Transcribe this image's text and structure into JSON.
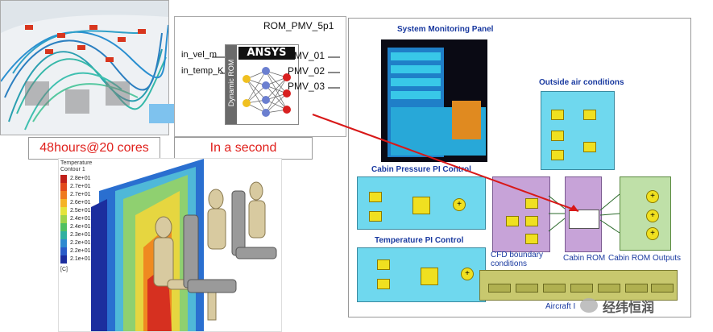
{
  "left_top": {
    "caption": "48hours@20 cores"
  },
  "rom_block": {
    "title": "ROM_PMV_5p1",
    "inputs": [
      "in_vel_m",
      "in_temp_K"
    ],
    "outputs": [
      "PMV_01",
      "PMV_02",
      "PMV_03"
    ],
    "side_label": "Dynamic ROM",
    "logo": "ANSYS",
    "caption": "In a second"
  },
  "legend": {
    "title": "Temperature",
    "subtitle": "Contour 1",
    "unit": "[C]",
    "ticks": [
      "2.8e+01",
      "2.7e+01",
      "2.7e+01",
      "2.6e+01",
      "2.5e+01",
      "2.4e+01",
      "2.4e+01",
      "2.3e+01",
      "2.2e+01",
      "2.2e+01",
      "2.1e+01"
    ],
    "colors": [
      "#c0201a",
      "#e24a1c",
      "#ef7a20",
      "#f5b325",
      "#e4e43a",
      "#9dd44a",
      "#50c060",
      "#2fb0a0",
      "#2f8ad0",
      "#2a5cc8",
      "#1c2e9e"
    ]
  },
  "system": {
    "monitor_title": "System Monitoring Panel",
    "outside_title": "Outside air conditions",
    "cabin_pressure_title": "Cabin Pressure PI Control",
    "temperature_title": "Temperature PI Control",
    "cfd_label": "CFD boundary\nconditions",
    "cabin_rom_label": "Cabin ROM",
    "cabin_rom_outputs_label": "Cabin ROM Outputs",
    "aircraft_label": "Aircraft I",
    "watermark": "经纬恒润"
  },
  "colors": {
    "caption_red": "#e0201c",
    "label_blue": "#1a3aa0",
    "panel_cyan": "#6fd8ee",
    "panel_purple": "#c7a3d8",
    "panel_green": "#bfe0a8",
    "panel_olive": "#c8c86e",
    "block_yellow": "#f0e020",
    "arrow_blue": "#7ec2ee",
    "link_red": "#d81818"
  }
}
